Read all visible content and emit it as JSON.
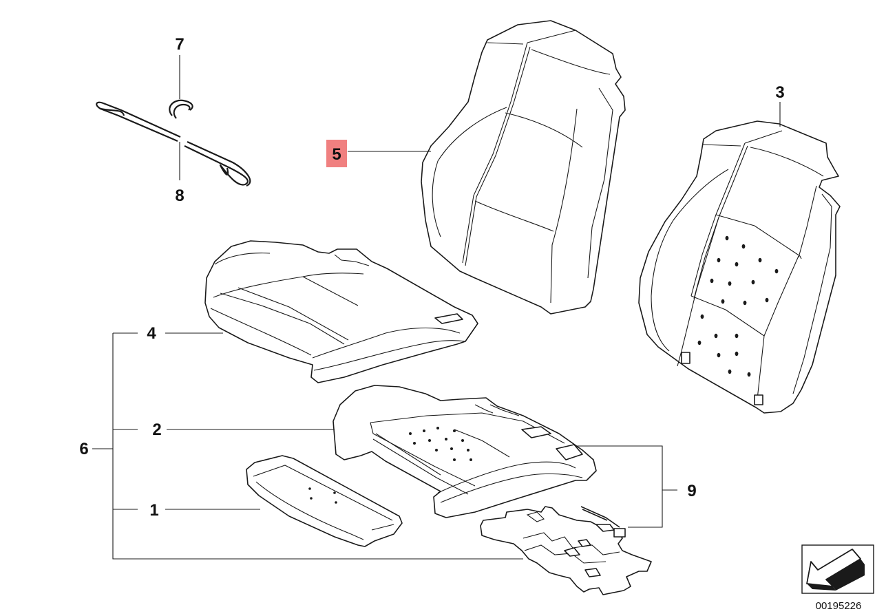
{
  "diagram": {
    "callouts": [
      {
        "id": "7",
        "text": "7",
        "highlighted": false
      },
      {
        "id": "8",
        "text": "8",
        "highlighted": false
      },
      {
        "id": "5",
        "text": "5",
        "highlighted": true
      },
      {
        "id": "3",
        "text": "3",
        "highlighted": false
      },
      {
        "id": "4",
        "text": "4",
        "highlighted": false
      },
      {
        "id": "2",
        "text": "2",
        "highlighted": false
      },
      {
        "id": "6",
        "text": "6",
        "highlighted": false
      },
      {
        "id": "1",
        "text": "1",
        "highlighted": false
      },
      {
        "id": "9",
        "text": "9",
        "highlighted": false
      }
    ],
    "diagram_number": "00195226",
    "highlight_color": "#f08080",
    "parts": [
      {
        "name": "wire-clip"
      },
      {
        "name": "wire-rod"
      },
      {
        "name": "backrest-cover"
      },
      {
        "name": "backrest-cover-perforated"
      },
      {
        "name": "seat-cover"
      },
      {
        "name": "seat-foam-pad"
      },
      {
        "name": "thigh-support-pad"
      },
      {
        "name": "heating-element"
      }
    ]
  }
}
